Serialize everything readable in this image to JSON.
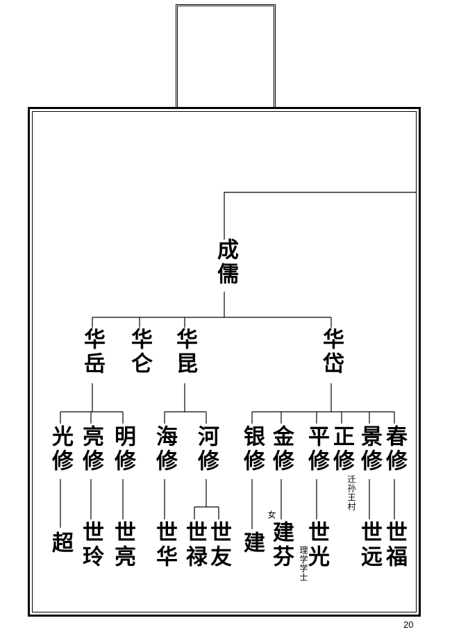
{
  "page_number": "20",
  "generations": [
    [
      "成儒"
    ],
    [
      "华岳",
      "华仑",
      "华昆",
      "华岱"
    ],
    [
      "光修",
      "亮修",
      "明修",
      "海修",
      "河修",
      "银修",
      "金修",
      "平修",
      "正修",
      "景修",
      "春修"
    ],
    [
      "超",
      "世玲",
      "世亮",
      "世华",
      "世禄",
      "世友",
      "建",
      "建芬",
      "世光",
      "世远",
      "世福"
    ]
  ],
  "notes": {
    "jianfen": "女",
    "zhengxiu": "迁孙王村",
    "shiguang": "理学学士"
  }
}
